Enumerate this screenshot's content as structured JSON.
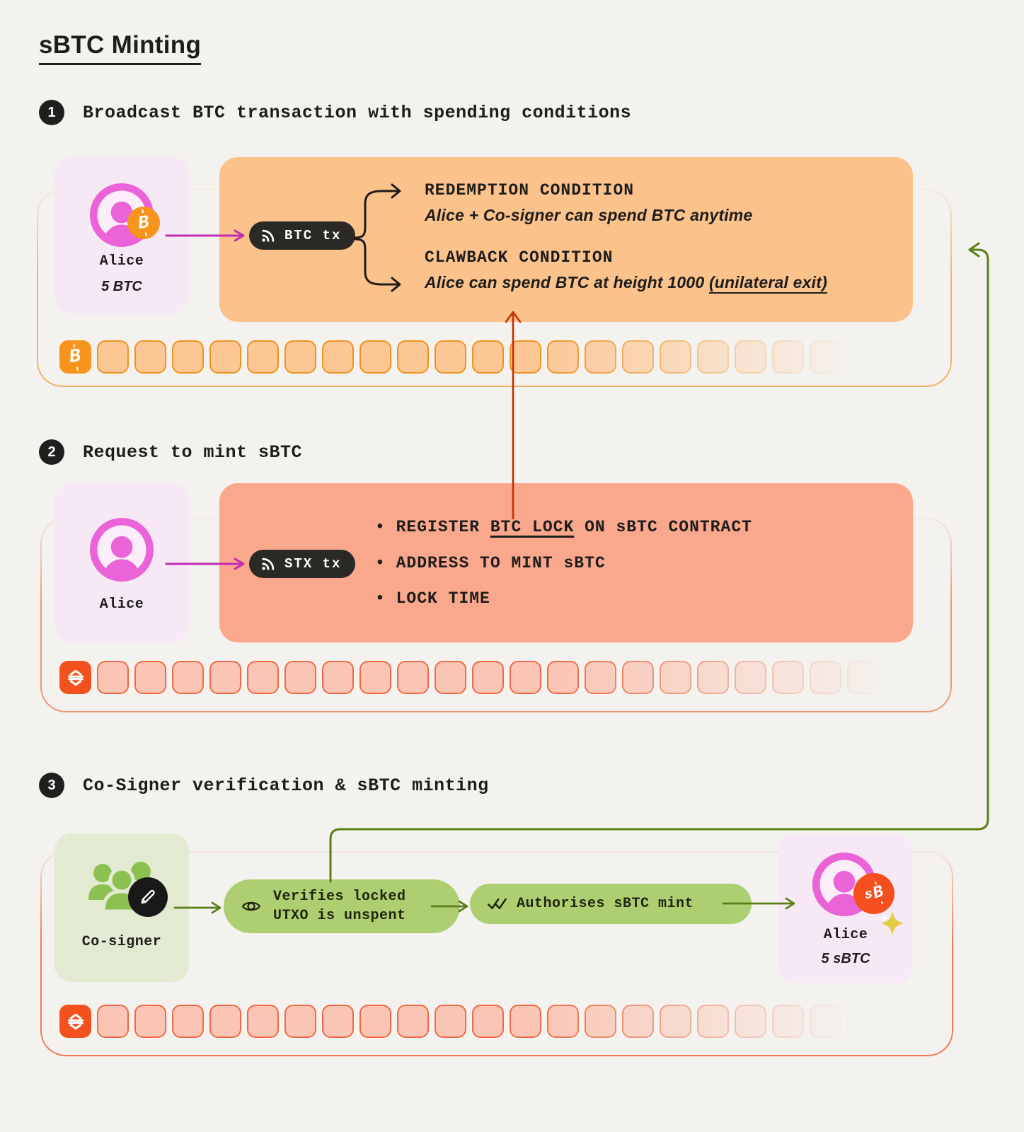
{
  "title": "sBTC Minting",
  "bullet_char": "•",
  "steps": [
    {
      "number": "1",
      "heading": "Broadcast BTC transaction with spending conditions"
    },
    {
      "number": "2",
      "heading": "Request to mint sBTC"
    },
    {
      "number": "3",
      "heading": "Co-Signer verification & sBTC minting"
    }
  ],
  "step1": {
    "actor_name": "Alice",
    "actor_balance": "5 BTC",
    "tx_pill": "BTC tx",
    "conditions": [
      {
        "title": "REDEMPTION CONDITION",
        "desc": "Alice + Co-signer can spend BTC anytime",
        "emphasis": ""
      },
      {
        "title": "CLAWBACK CONDITION",
        "desc": "Alice can spend BTC at height 1000 ",
        "emphasis": "(unilateral exit)"
      }
    ]
  },
  "step2": {
    "actor_name": "Alice",
    "tx_pill": "STX tx",
    "bullets": [
      {
        "prefix": "REGISTER ",
        "link": "BTC LOCK",
        "suffix": " ON sBTC CONTRACT"
      },
      {
        "prefix": "ADDRESS TO MINT sBTC",
        "link": "",
        "suffix": ""
      },
      {
        "prefix": "LOCK TIME",
        "link": "",
        "suffix": ""
      }
    ]
  },
  "step3": {
    "actor_name": "Co-signer",
    "verify_line1": "Verifies locked",
    "verify_line2": "UTXO is unspent",
    "authorize_label": "Authorises sBTC mint",
    "recipient_name": "Alice",
    "recipient_balance": "5 sBTC"
  },
  "chains": {
    "btc": {
      "icon": "bitcoin",
      "block_count": 22
    },
    "stx_request": {
      "icon": "stacks",
      "block_count": 23
    },
    "stx_mint": {
      "icon": "stacks",
      "block_count": 22
    }
  },
  "colors": {
    "background": "#f4f2ef",
    "bitcoin_orange": "#f6941d",
    "box_orange": "#fbc28c",
    "stacks_red": "#f5511f",
    "box_salmon": "#f9a78d",
    "pill_dark": "#2a2925",
    "magenta_arrow": "#c32bb5",
    "red_arrow": "#c72d00",
    "green_arrow": "#5a7f16",
    "green_pill": "#adcf72",
    "card_pink": "#f7e8f5",
    "card_green": "#e3ead2",
    "avatar_pink": "#ea63d7",
    "text_dark": "#1d1d1b"
  }
}
